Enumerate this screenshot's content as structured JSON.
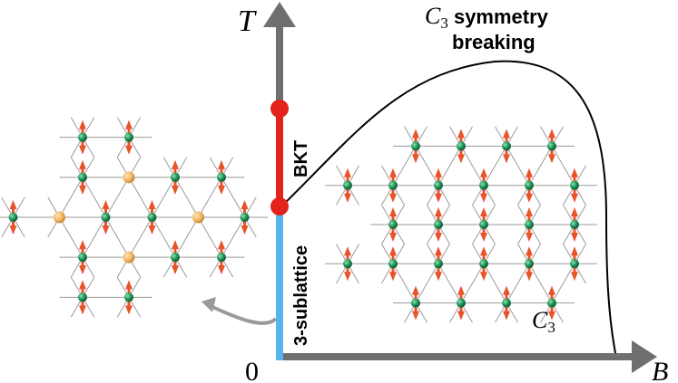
{
  "axes": {
    "y_label": "T",
    "x_label": "B",
    "origin_label": "0"
  },
  "labels": {
    "phase_title_italic": "C",
    "phase_title_sub": "3",
    "phase_title_rest": " symmetry",
    "phase_title_line2": "breaking",
    "bkt": "BKT",
    "sublattice": "3-sublattice",
    "c3_italic": "C",
    "c3_sub": "3"
  },
  "colors": {
    "axis": "#6f6f6f",
    "bkt_segment": "#e3231b",
    "sublattice_segment": "#55b5ea",
    "phase_boundary": "#000000",
    "lattice_line": "#9a9a9a",
    "site": "#1f9a5b",
    "spin_arrow": "#e8532a",
    "vacancy_site": "#f3b866",
    "pointer_arrow": "#9a9a9a"
  }
}
